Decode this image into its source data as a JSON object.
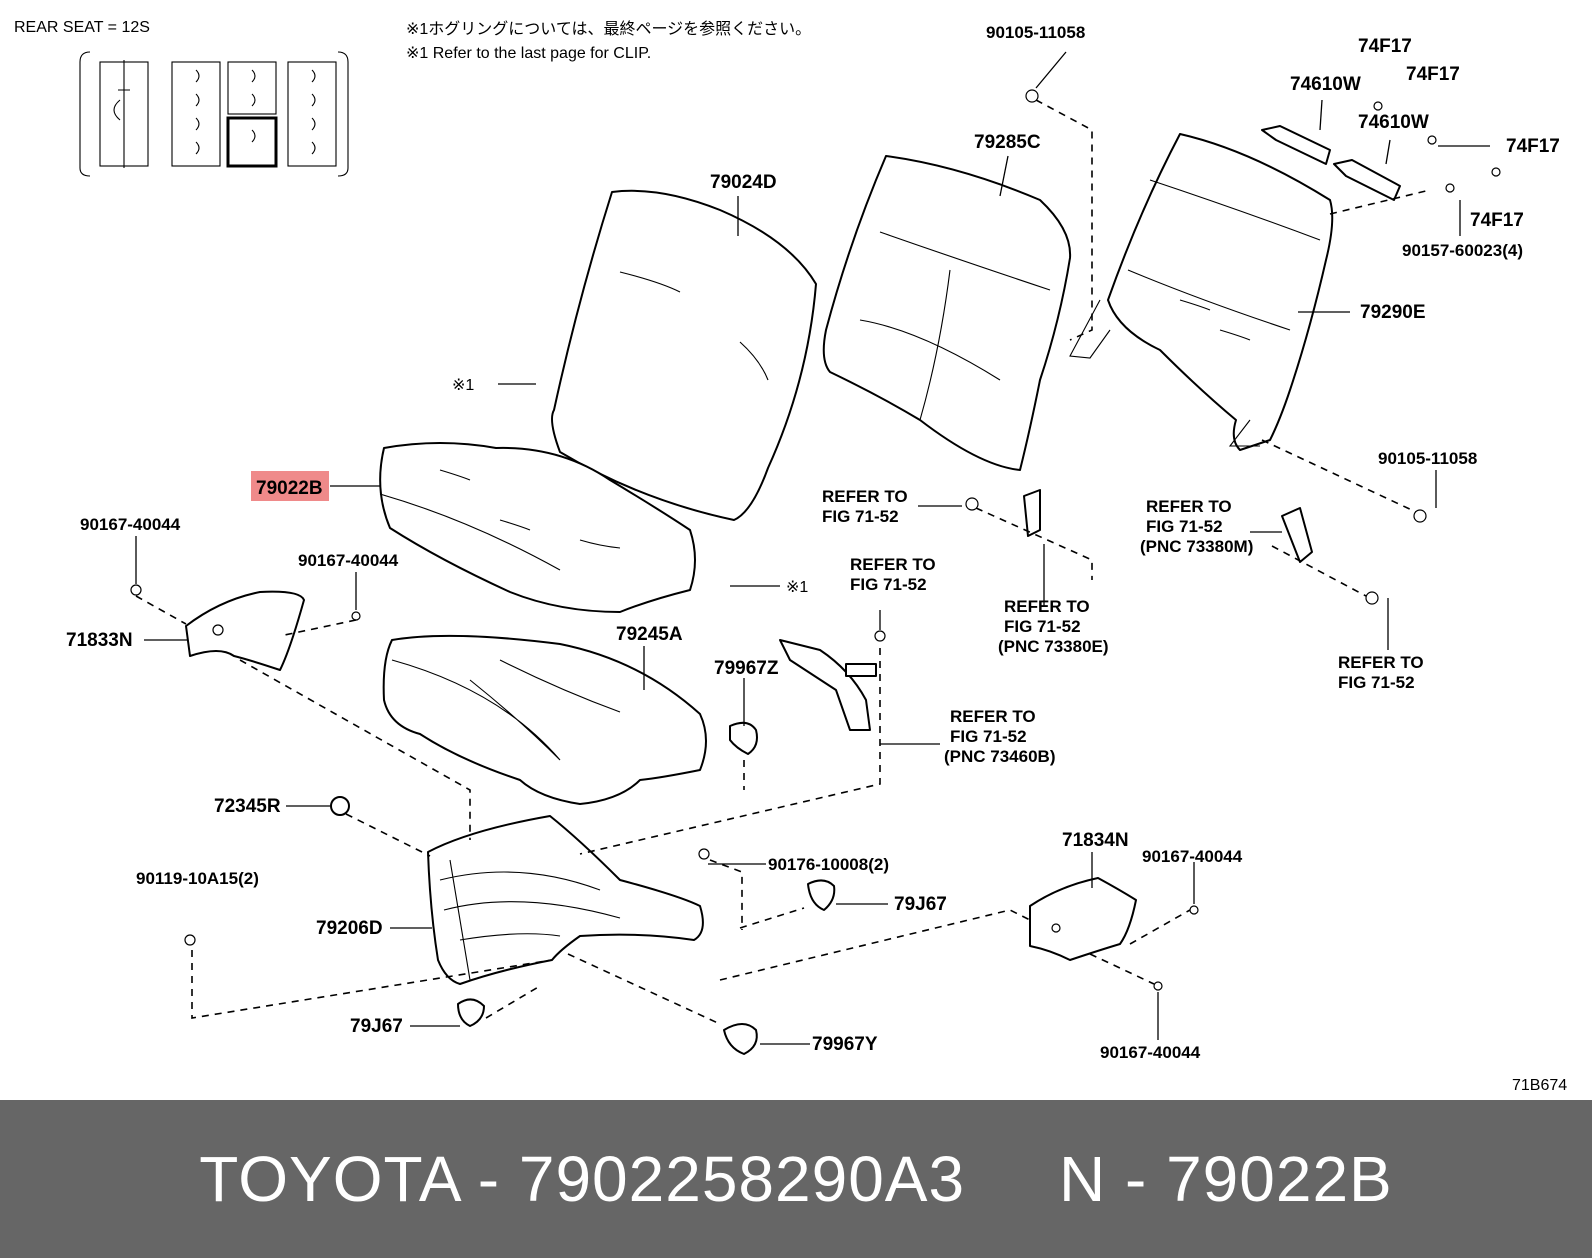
{
  "header": {
    "seat_label": "REAR SEAT = 12S",
    "note_jp": "※1ホグリングについては、最終ページを参照ください。",
    "note_en": "※1 Refer to the last page for CLIP."
  },
  "callouts": {
    "p_90105_11058_top": "90105-11058",
    "p_79285C": "79285C",
    "p_74F17_a": "74F17",
    "p_74610W_a": "74610W",
    "p_74F17_b": "74F17",
    "p_74610W_b": "74610W",
    "p_74F17_c": "74F17",
    "p_74F17_d": "74F17",
    "p_90157": "90157-60023(4)",
    "p_79290E": "79290E",
    "p_79024D": "79024D",
    "clip_ref_1": "※1",
    "clip_ref_2": "※1",
    "p_79022B": "79022B",
    "p_90167_40044_a": "90167-40044",
    "p_90167_40044_b": "90167-40044",
    "p_71833N": "71833N",
    "p_79245A": "79245A",
    "p_79967Z": "79967Z",
    "p_72345R": "72345R",
    "p_90119": "90119-10A15(2)",
    "p_79206D": "79206D",
    "p_79J67_a": "79J67",
    "p_79J67_b": "79J67",
    "p_79967Y": "79967Y",
    "p_90176": "90176-10008(2)",
    "p_71834N": "71834N",
    "p_90167_40044_c": "90167-40044",
    "p_90167_40044_d": "90167-40044",
    "p_90105_11058_right": "90105-11058",
    "diagram_id": "71B674"
  },
  "refs": {
    "ref_a": [
      "REFER TO",
      "FIG 71-52"
    ],
    "ref_b": [
      "REFER TO",
      "FIG 71-52",
      "(PNC 73380E)"
    ],
    "ref_c": [
      "REFER TO",
      "FIG 71-52",
      "(PNC 73380M)"
    ],
    "ref_d": [
      "REFER TO",
      "FIG 71-52"
    ],
    "ref_e": [
      "REFER TO",
      "FIG 71-52"
    ],
    "ref_f": [
      "REFER TO",
      "FIG 71-52",
      "(PNC 73460B)"
    ]
  },
  "highlight_color": "#ef8a8a",
  "footer": {
    "title": "TOYOTA - 7902258290A3     N - 79022B"
  }
}
